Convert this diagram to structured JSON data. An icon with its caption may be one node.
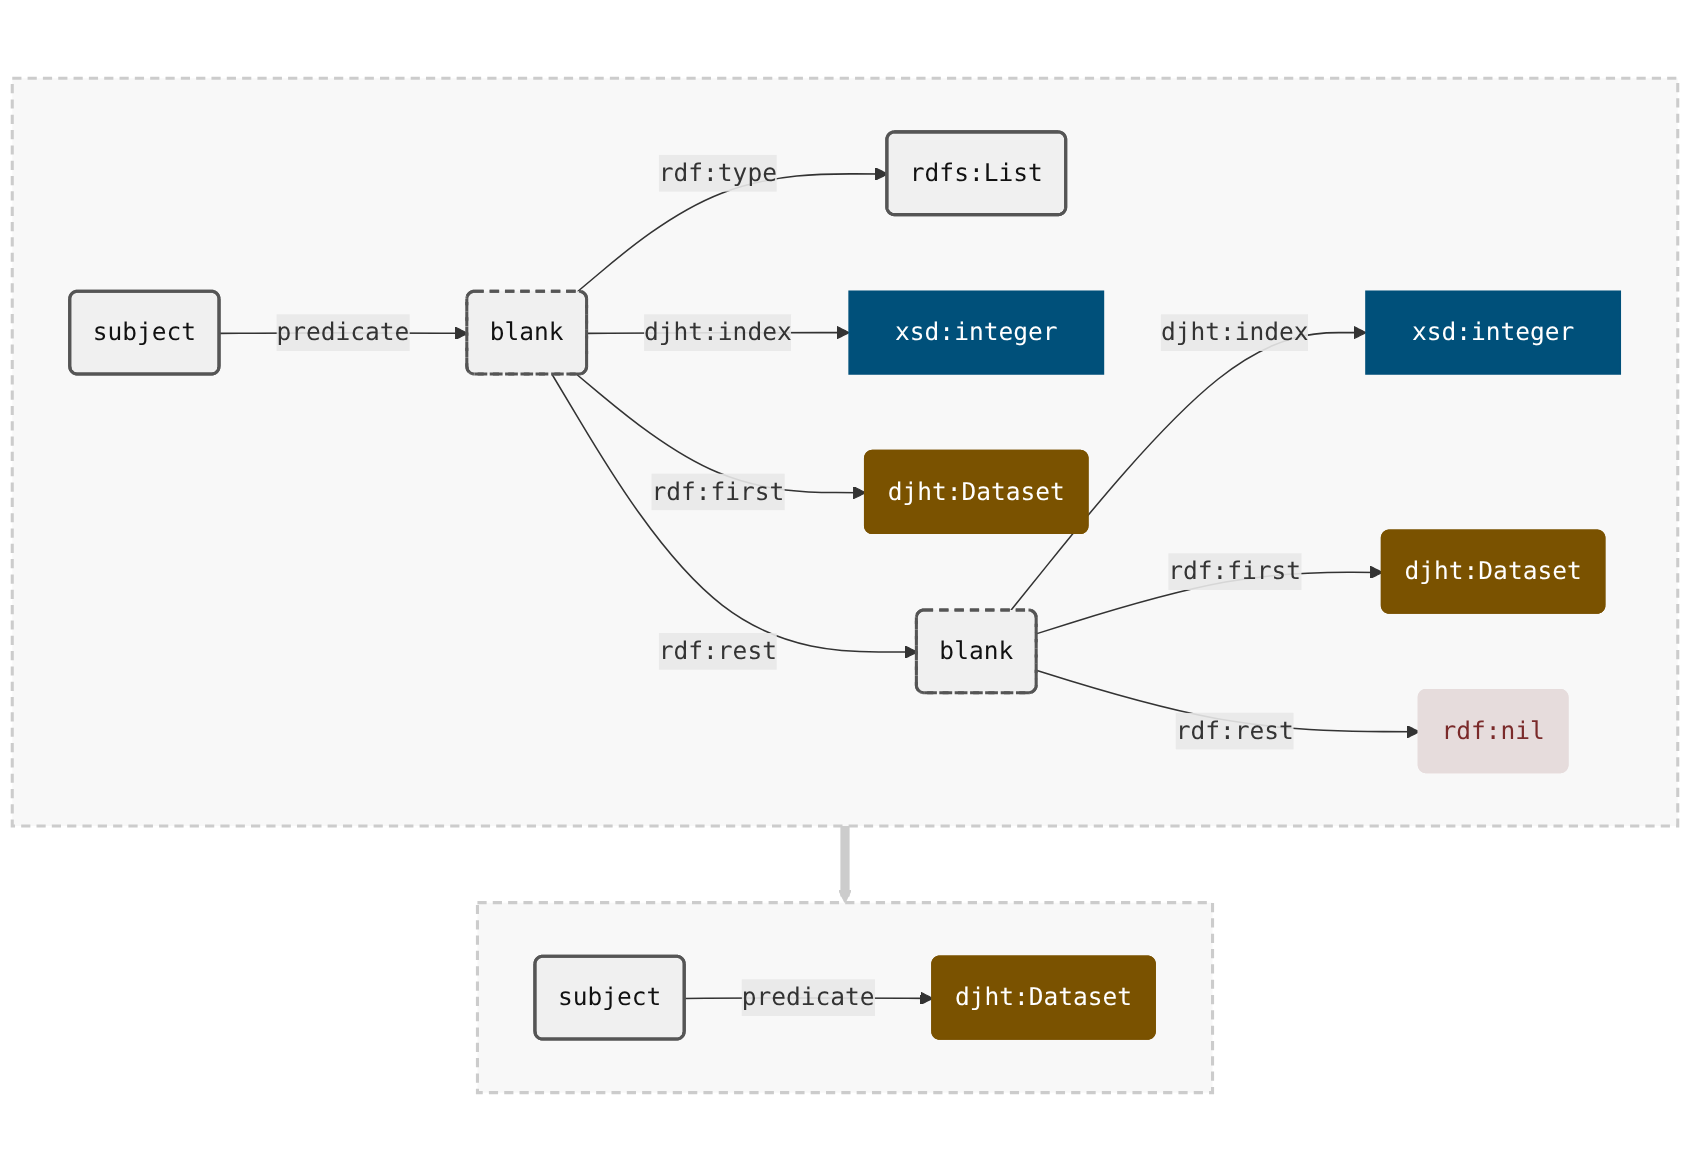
{
  "diagram": {
    "nodes": [
      {
        "text": [],
        "shape": "box"
      },
      {
        "text": [
          "rdfs:List"
        ],
        "in": 0
      },
      {
        "text": [
          "subject"
        ],
        "in": 0
      },
      {
        "text": [
          "xsd:integer"
        ],
        "in": 0
      },
      {
        "text": [
          "blank"
        ],
        "in": 0
      },
      {
        "text": [
          "djht:Dataset"
        ],
        "in": 0
      },
      {
        "text": [
          "xsd:integer"
        ],
        "in": 0
      },
      {
        "text": [
          "blank"
        ],
        "in": 0
      },
      {
        "text": [
          "djht:Dataset"
        ],
        "in": 0
      },
      {
        "text": [
          "rdf:nil"
        ],
        "in": 0
      },
      {
        "text": [],
        "shape": "box"
      },
      {
        "text": [
          "subject"
        ],
        "in": 10
      },
      {
        "text": [
          "djht:Dataset"
        ],
        "in": 10
      }
    ],
    "edges": [
      {
        "from": 2,
        "to": 4,
        "arrow": "to",
        "label": "predicate"
      },
      {
        "from": 4,
        "to": 1,
        "arrow": "to",
        "label": "rdf:type"
      },
      {
        "from": 4,
        "to": 3,
        "arrow": "to",
        "label": "djht:index"
      },
      {
        "from": 4,
        "to": 5,
        "arrow": "to",
        "label": "rdf:first"
      },
      {
        "from": 4,
        "to": 7,
        "arrow": "to",
        "label": "rdf:rest"
      },
      {
        "from": 7,
        "to": 6,
        "arrow": "to",
        "label": "djht:index"
      },
      {
        "from": 7,
        "to": 8,
        "arrow": "to",
        "label": "rdf:first"
      },
      {
        "from": 7,
        "to": 9,
        "arrow": "to",
        "label": "rdf:rest"
      },
      {
        "from": 0,
        "to": 10,
        "arrow": "to",
        "style": "thick",
        "color": "#cccccc"
      },
      {
        "from": 11,
        "to": 12,
        "arrow": "to",
        "label": "predicate"
      }
    ]
  }
}
